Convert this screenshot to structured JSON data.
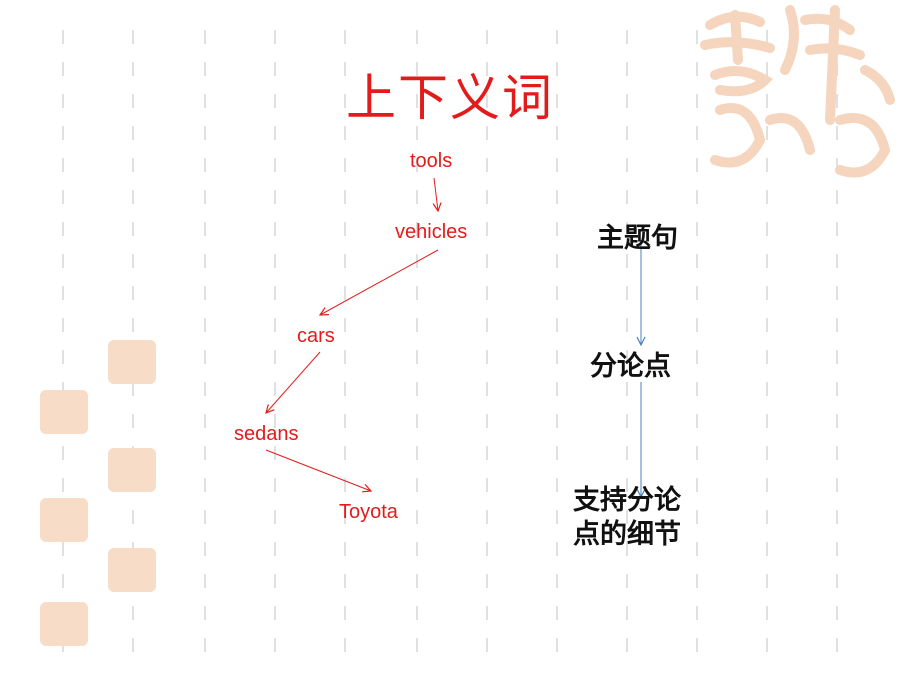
{
  "slide": {
    "title": "上下义词"
  },
  "hierarchy": {
    "nodes": [
      "tools",
      "vehicles",
      "cars",
      "sedans",
      "Toyota"
    ]
  },
  "paragraph_structure": {
    "nodes": [
      "主题句",
      "分论点",
      "支持分论\n点的细节"
    ]
  },
  "colors": {
    "title": "#e31b1b",
    "hierarchy_text": "#e31b1b",
    "hierarchy_arrows": "#e31b1b",
    "structure_text": "#111111",
    "structure_arrows": "#4a7fc1",
    "decor": "#f7dcc8"
  },
  "decor": {
    "seal_icon": "auspicious-seal-icon"
  }
}
